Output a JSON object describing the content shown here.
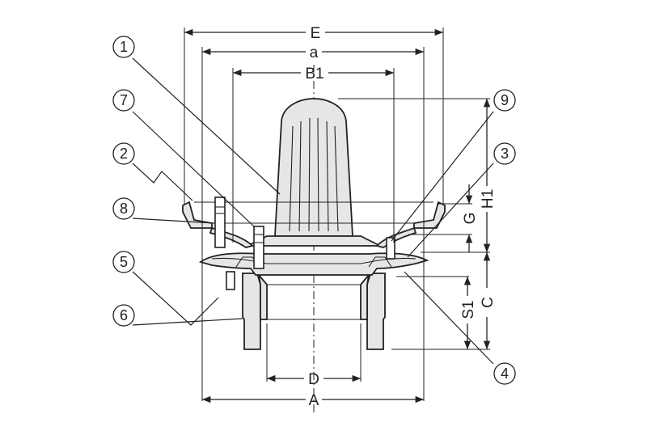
{
  "dimensions": {
    "E": "E",
    "a": "a",
    "B1": "B1",
    "H1": "H1",
    "G": "G",
    "C": "C",
    "S1": "S1",
    "D": "D",
    "A": "A"
  },
  "callouts": {
    "c1": "1",
    "c2": "2",
    "c3": "3",
    "c4": "4",
    "c5": "5",
    "c6": "6",
    "c7": "7",
    "c8": "8",
    "c9": "9"
  },
  "colors": {
    "line": "#222222",
    "fill": "#e6e6e6",
    "background": "#ffffff"
  }
}
